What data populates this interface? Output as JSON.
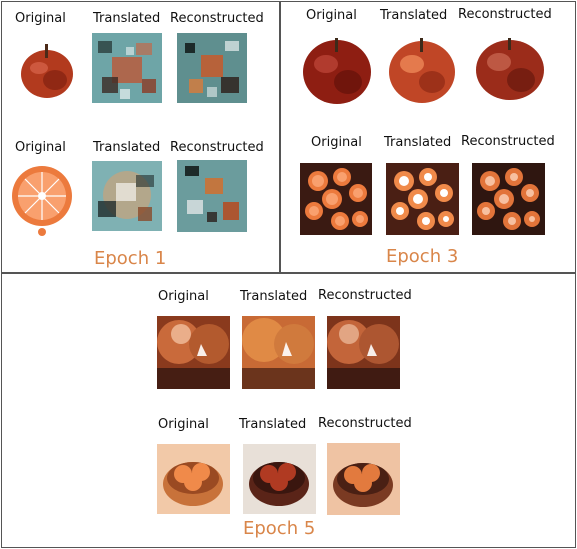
{
  "panels": {
    "epoch1": {
      "title": "Epoch 1",
      "row1": {
        "original": "Original",
        "translated": "Translated",
        "reconstructed": "Reconstructed"
      },
      "row2": {
        "original": "Original",
        "translated": "Translated",
        "reconstructed": "Reconstructed"
      }
    },
    "epoch3": {
      "title": "Epoch 3",
      "row1": {
        "original": "Original",
        "translated": "Translated",
        "reconstructed": "Reconstructed"
      },
      "row2": {
        "original": "Original",
        "translated": "Translated",
        "reconstructed": "Reconstructed"
      }
    },
    "epoch5": {
      "title": "Epoch 5",
      "row1": {
        "original": "Original",
        "translated": "Translated",
        "reconstructed": "Reconstructed"
      },
      "row2": {
        "original": "Original",
        "translated": "Translated",
        "reconstructed": "Reconstructed"
      }
    }
  },
  "colors": {
    "title": "#d9864a",
    "apple": "#b23a1e",
    "orange": "#ec7a3d",
    "noise_teal": "#5f9ea0",
    "dark_bg": "#3a1a12"
  }
}
